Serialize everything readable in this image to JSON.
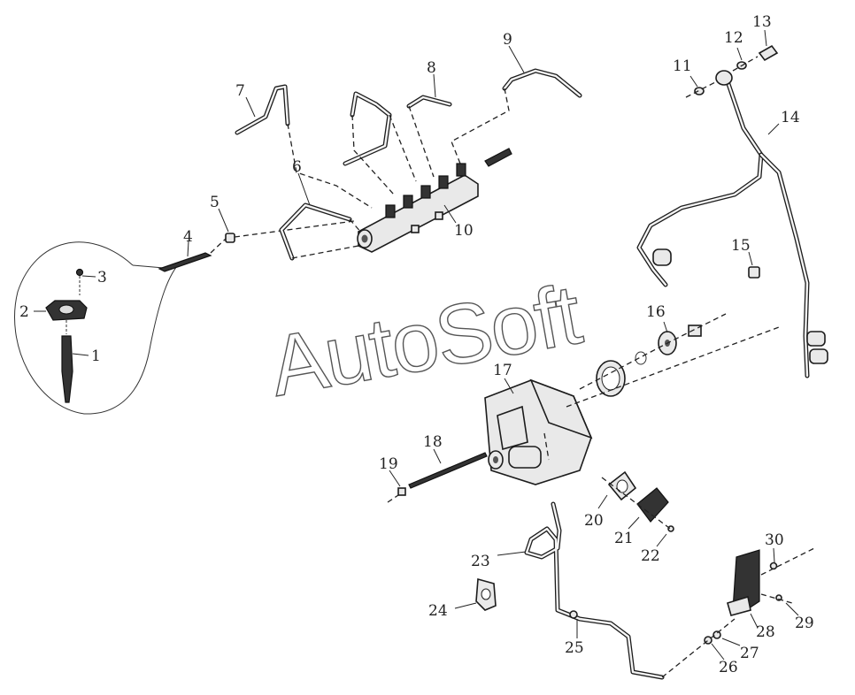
{
  "watermark": "AutoSoft",
  "callouts": [
    "1",
    "2",
    "3",
    "4",
    "5",
    "6",
    "7",
    "8",
    "9",
    "10",
    "11",
    "12",
    "13",
    "14",
    "15",
    "16",
    "17",
    "18",
    "19",
    "20",
    "21",
    "22",
    "23",
    "24",
    "25",
    "26",
    "27",
    "28",
    "29",
    "30"
  ]
}
